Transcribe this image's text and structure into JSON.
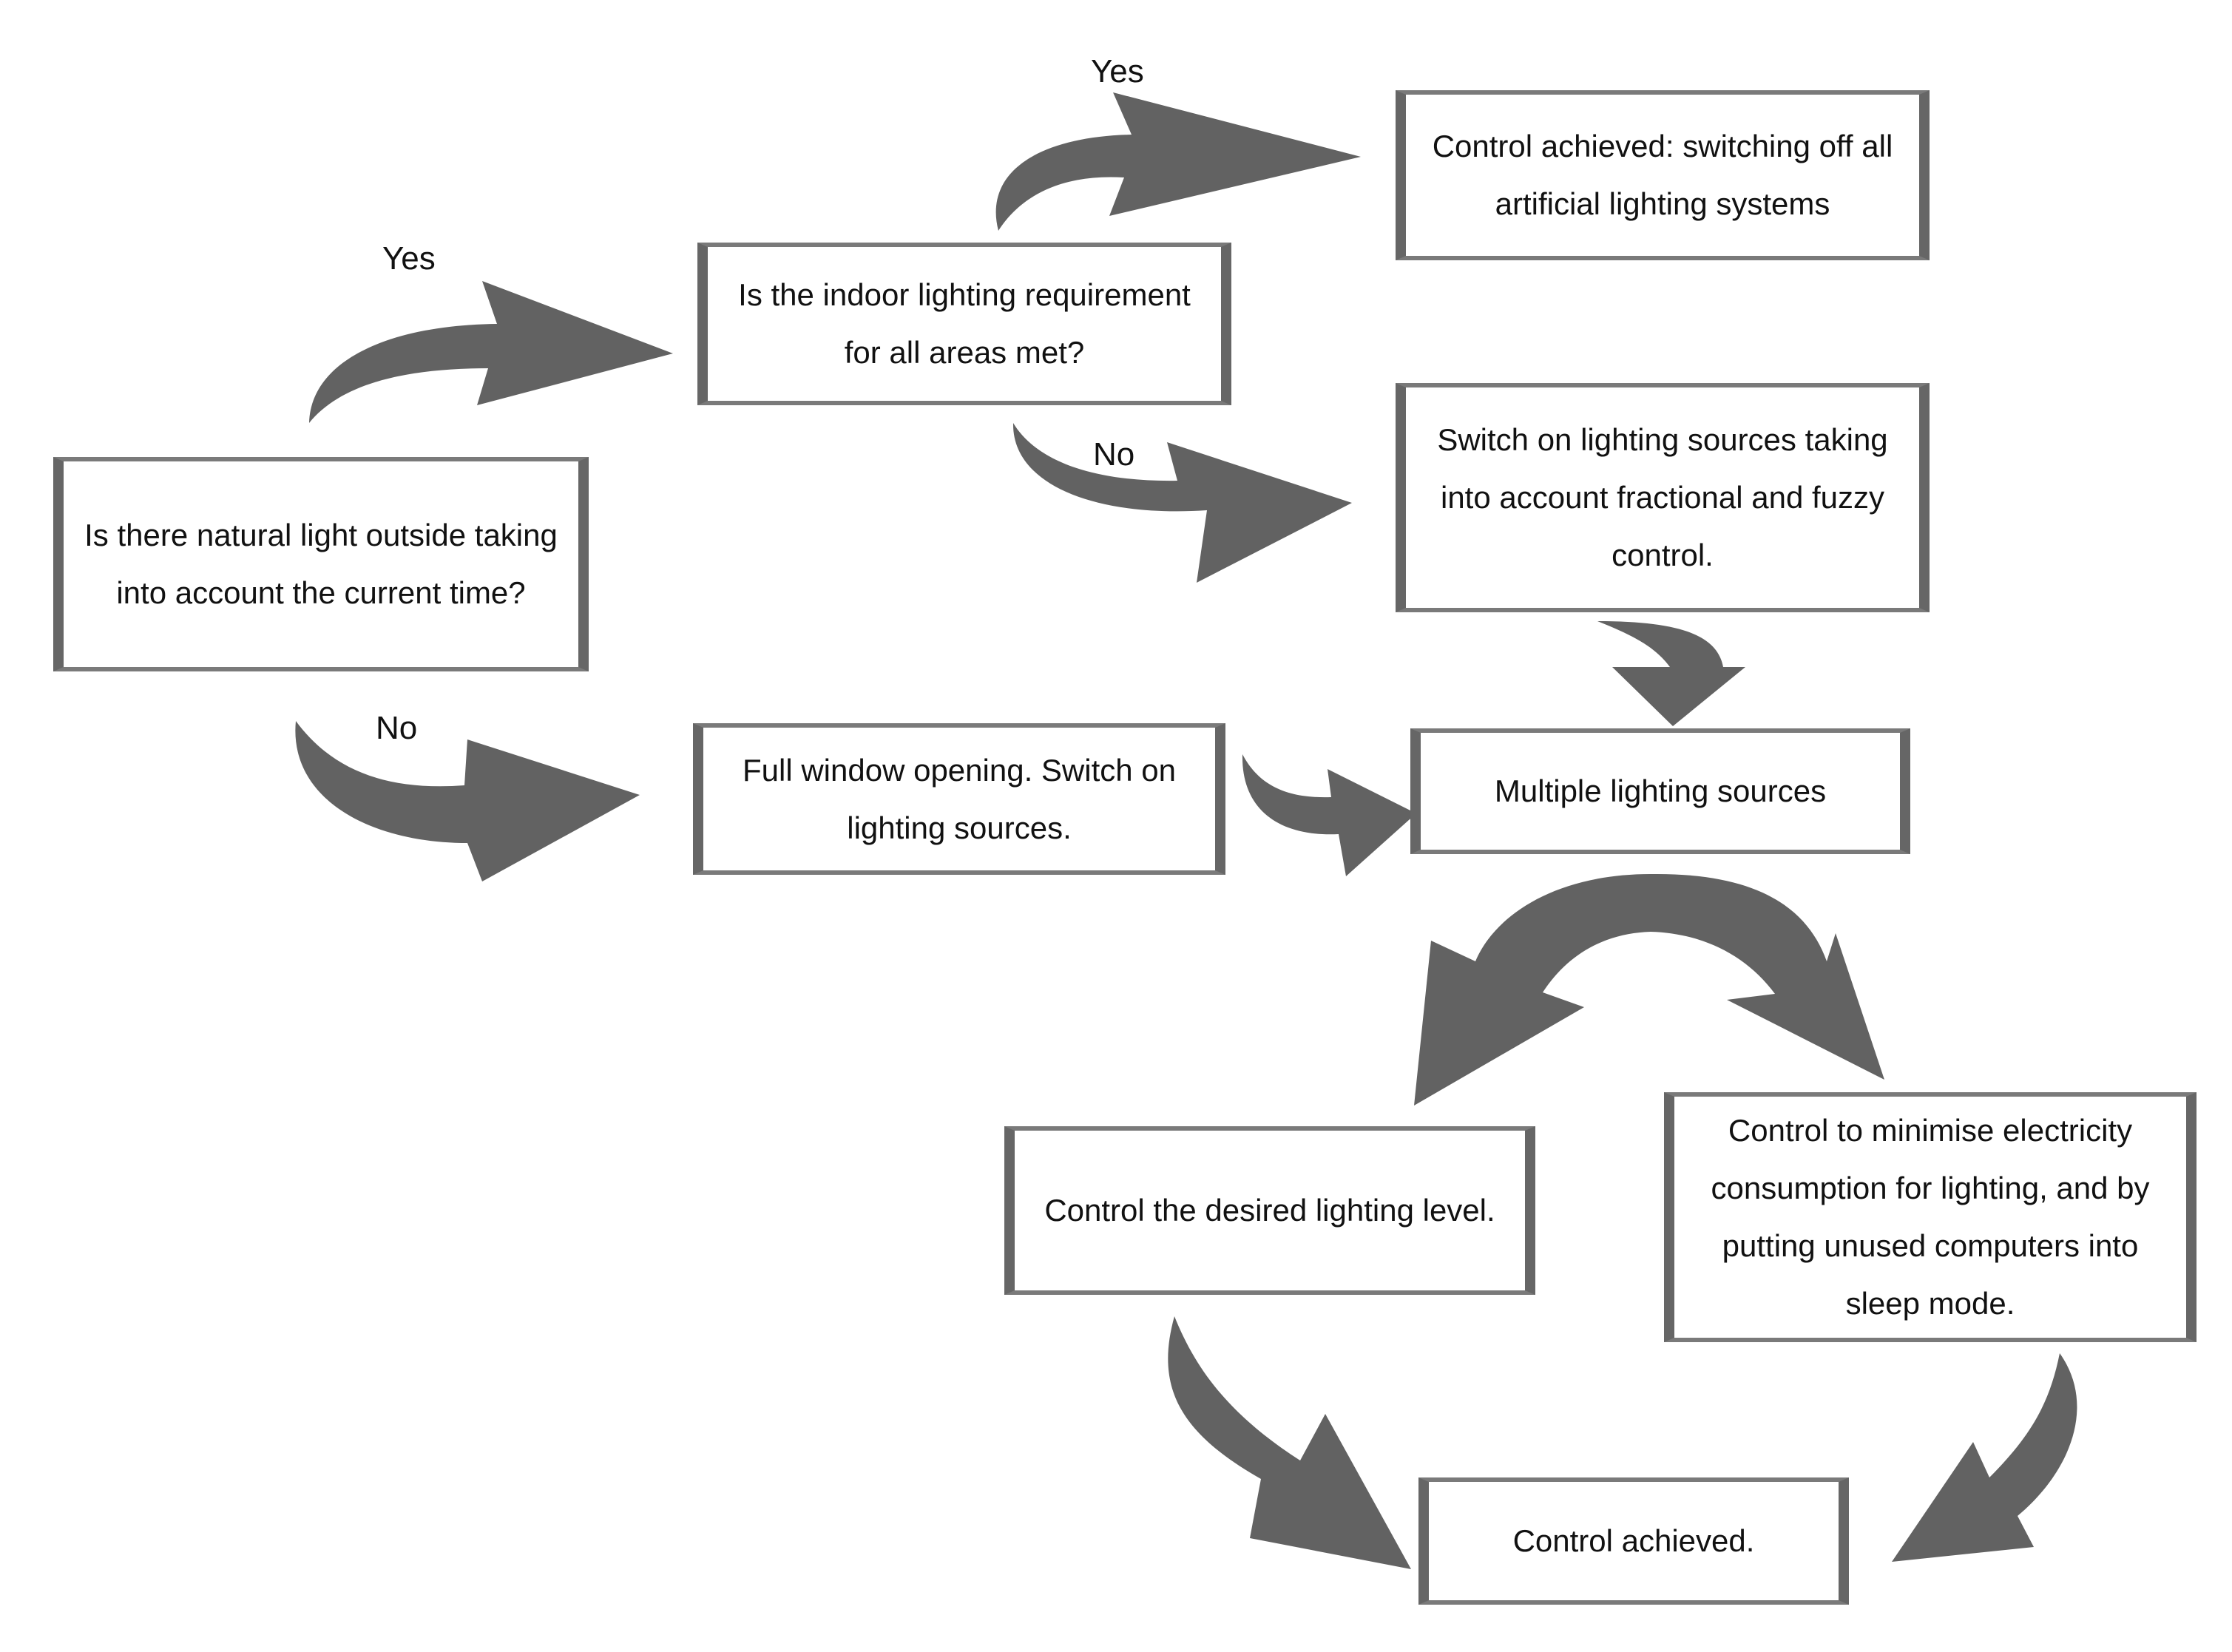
{
  "diagram": {
    "arrow_color": "#626262",
    "border_color": "#666666",
    "nodes": {
      "natural_light": "Is there natural light outside taking into account the current time?",
      "indoor_requirement": "Is the indoor lighting requirement for all areas met?",
      "all_off": "Control achieved: switching off all artificial lighting systems",
      "switch_on_fractional": "Switch on lighting sources taking into account fractional and fuzzy control.",
      "full_window": "Full window opening. Switch on lighting sources.",
      "multiple_sources": "Multiple lighting sources",
      "desired_level": "Control the desired lighting level.",
      "minimise_consumption": "Control to minimise electricity consumption for lighting, and by putting unused computers into sleep mode.",
      "control_achieved": "Control achieved."
    },
    "edge_labels": {
      "yes_natural": "Yes",
      "no_natural": "No",
      "yes_indoor": "Yes",
      "no_indoor": "No"
    }
  }
}
